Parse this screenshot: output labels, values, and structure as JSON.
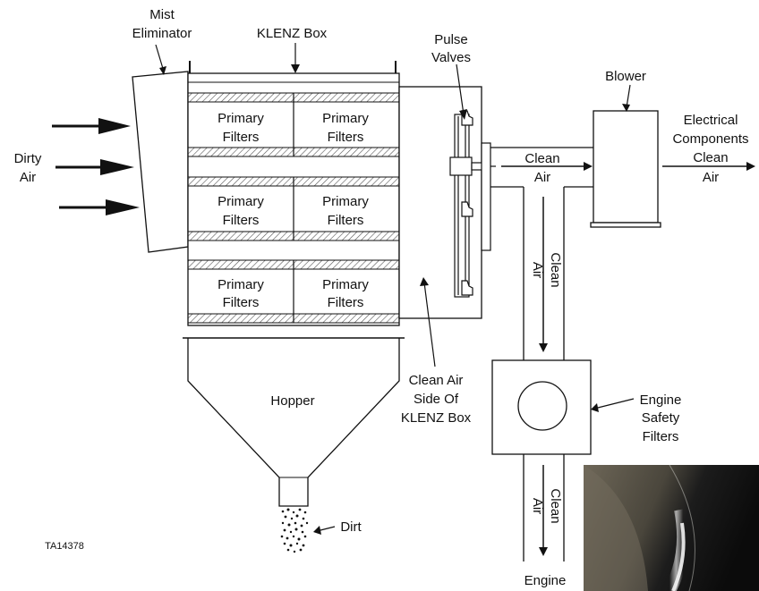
{
  "labels": {
    "mist_eliminator": [
      "Mist",
      "Eliminator"
    ],
    "klenz_box": "KLENZ Box",
    "pulse_valves": [
      "Pulse",
      "Valves"
    ],
    "blower": "Blower",
    "electrical_clean_air": [
      "Electrical",
      "Components",
      "Clean",
      "Air"
    ],
    "dirty_air": [
      "Dirty",
      "Air"
    ],
    "primary_filter": [
      "Primary",
      "Filters"
    ],
    "clean_air_duct": [
      "Clean",
      "Air"
    ],
    "clean_air_vertical": [
      "Clean",
      "Air"
    ],
    "clean_air_side": [
      "Clean Air",
      "Side Of",
      "KLENZ Box"
    ],
    "hopper": "Hopper",
    "engine_safety_filters": [
      "Engine",
      "Safety",
      "Filters"
    ],
    "dirt": "Dirt",
    "engine": "Engine",
    "figure_id": "TA14378"
  },
  "colors": {
    "line": "#111111",
    "hatch": "#555555",
    "photo_dark": "#141414",
    "photo_mid": "#5b5547"
  }
}
